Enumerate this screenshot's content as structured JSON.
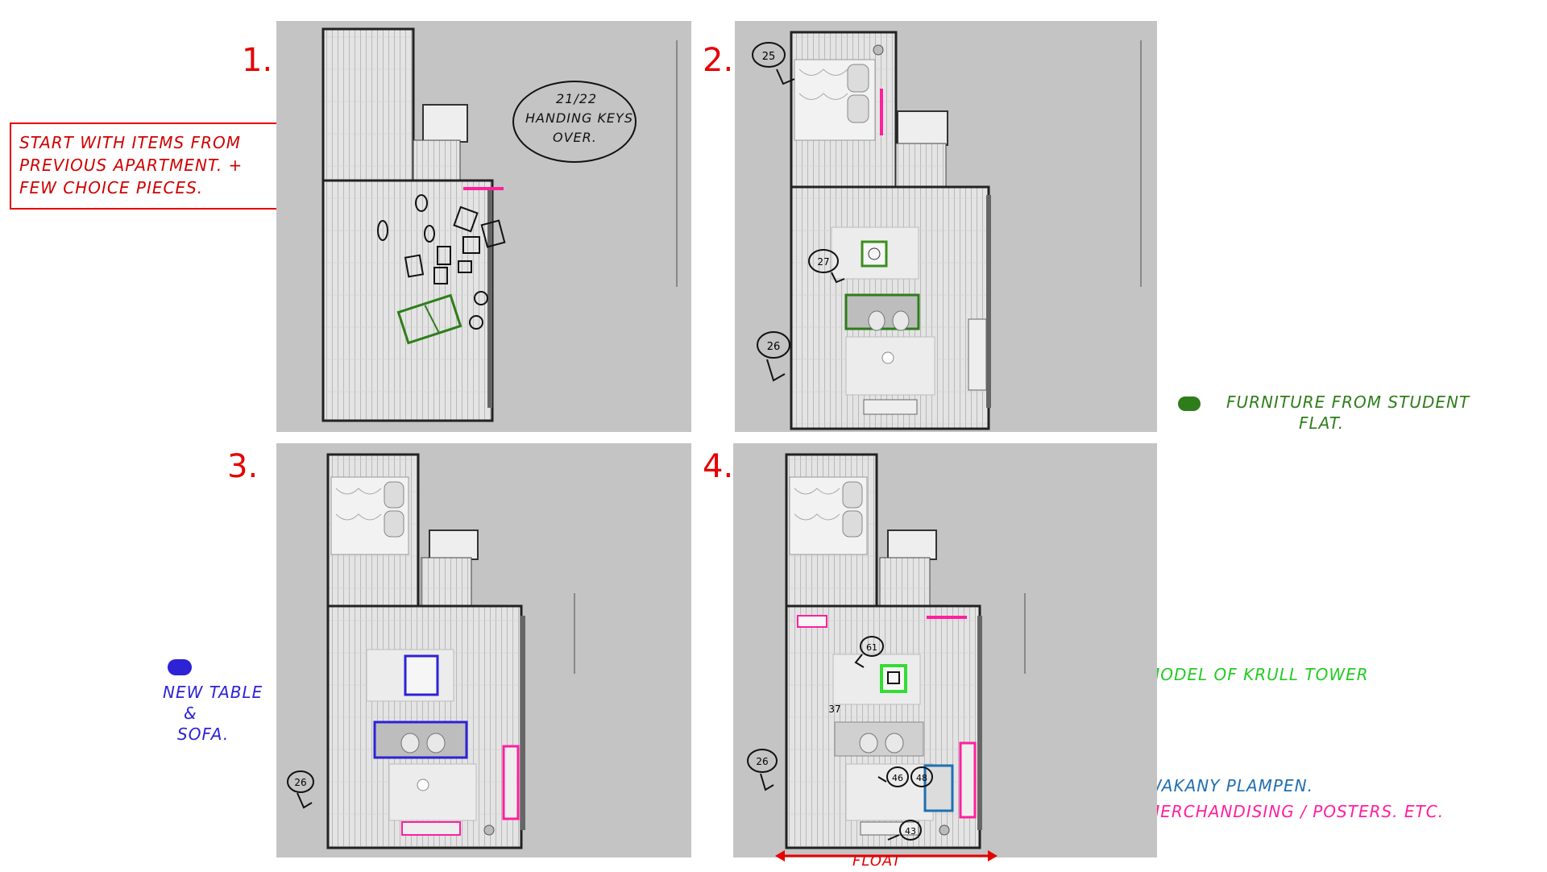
{
  "steps": [
    {
      "number": "1."
    },
    {
      "number": "2."
    },
    {
      "number": "3."
    },
    {
      "number": "4."
    }
  ],
  "callouts": {
    "handover": [
      "21/22",
      "HANDING KEYS",
      "OVER."
    ],
    "start_note": [
      "START WITH ITEMS FROM",
      "PREVIOUS APARTMENT. +",
      "FEW CHOICE PIECES."
    ],
    "new_table": [
      "NEW TABLE",
      "&",
      "SOFA."
    ],
    "float": "FLOAT"
  },
  "view_markers": {
    "p2_a": "25",
    "p2_b": "27",
    "p2_c": "26",
    "p3_a": "26",
    "p4_a": "61",
    "p4_b": "37",
    "p4_c": "26",
    "p4_d": "46",
    "p4_e": "48",
    "p4_f": "43"
  },
  "legend": [
    {
      "label": "FURNITURE FROM STUDENT",
      "label2": "FLAT.",
      "color": "#2e7d1a"
    },
    {
      "label": "MODEL OF KRULL TOWER",
      "color": "#33dd33"
    },
    {
      "label": "WAKANY PLAMPEN.",
      "color": "#1f6fb0"
    },
    {
      "label": "MERCHANDISING / POSTERS. ETC.",
      "color": "#ff1f9e"
    }
  ],
  "colors": {
    "annotation_red": "#e60000",
    "student_flat_green": "#2e7d1a",
    "new_furniture_blue": "#2d22d6",
    "model_green": "#33dd33",
    "wakany_blue": "#1f6fb0",
    "merch_pink": "#ff1f9e",
    "panel_bg": "#c4c4c4",
    "floor": "#dedede"
  }
}
